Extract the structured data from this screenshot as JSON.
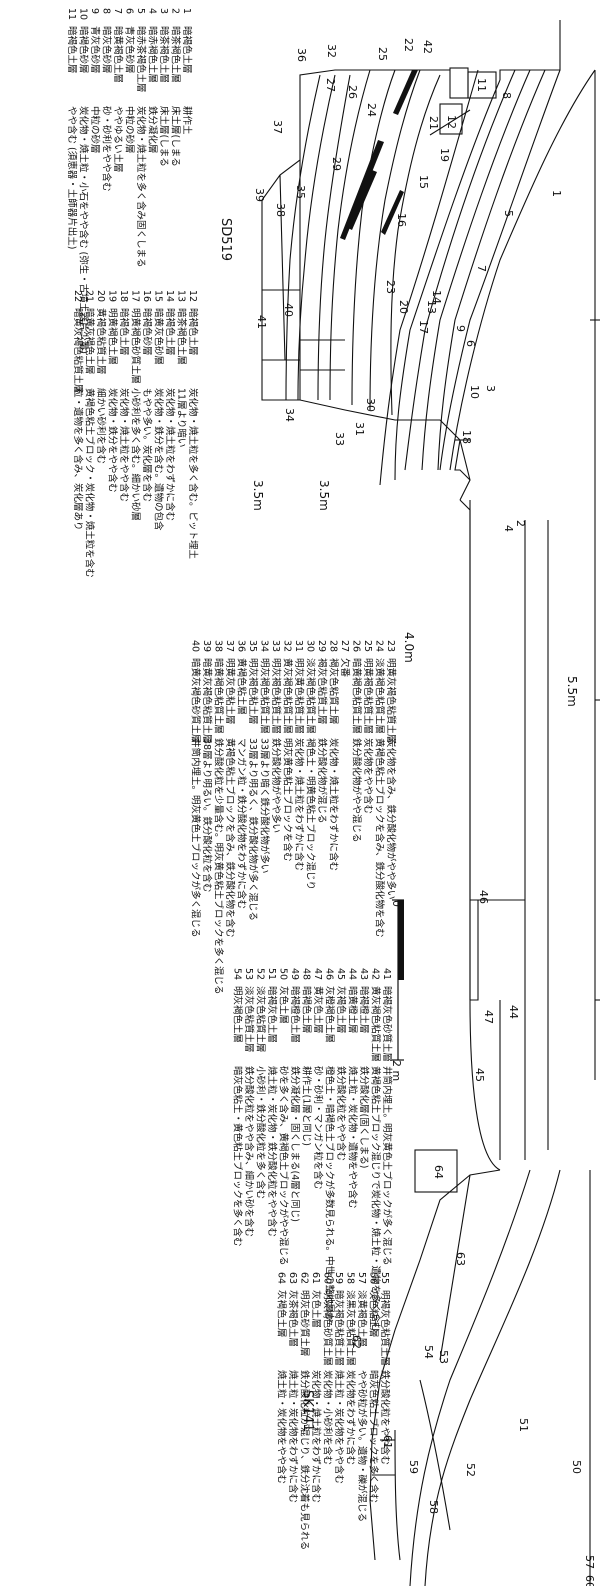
{
  "labels": {
    "sd519": "SD519",
    "sk141": "SK141",
    "elev_35a": "3.5m",
    "elev_35b": "3.5m",
    "elev_40": "4.0m",
    "elev_55": "5.5m",
    "scale_2m": "2 m",
    "scale_0": "0"
  },
  "layers_sd519": [
    {
      "no": "1",
      "color": "暗褐色土層",
      "note": "耕作土"
    },
    {
      "no": "2",
      "color": "暗茶褐色土層",
      "note": "床土層(しまる"
    },
    {
      "no": "3",
      "color": "暗茶褐色土層",
      "note": "床土層(しまる"
    },
    {
      "no": "4",
      "color": "暗赤褐色土層",
      "note": "鉄分凝化層"
    },
    {
      "no": "5",
      "color": "暗赤茶褐色土層",
      "note": "炭化物・焼土粒を多く含み固くしまる"
    },
    {
      "no": "6",
      "color": "青灰色砂層",
      "note": "中粒の砂層"
    },
    {
      "no": "7",
      "color": "暗黄褐色土層",
      "note": "ややゆるい土層"
    },
    {
      "no": "8",
      "color": "暗灰色砂層",
      "note": "砂・砂利をやや含む"
    },
    {
      "no": "9",
      "color": "青灰色砂層",
      "note": "中粒の砂層"
    },
    {
      "no": "10",
      "color": "暗褐色砂層",
      "note": "炭化物・焼土粒・小石をやや含む (弥生・古墳土器片少量)"
    },
    {
      "no": "11",
      "color": "暗褐色土層",
      "note": "やや含む (須恵器・土師器片出土)"
    }
  ],
  "layers_b": [
    {
      "no": "12",
      "color": "暗褐色土層",
      "note": "炭化物・焼土粒を多く含む。ピット埋土"
    },
    {
      "no": "13",
      "color": "暗茶褐色土層",
      "note": "11層より暗い"
    },
    {
      "no": "14",
      "color": "暗褐色土層",
      "note": "炭化物・焼土粒をわずかに含む"
    },
    {
      "no": "15",
      "color": "暗黄灰色砂層",
      "note": "炭化物・鉄分を含む。遺物の包含"
    },
    {
      "no": "16",
      "color": "暗褐色砂層",
      "note": "もやや多い。炭化層を含む"
    },
    {
      "no": "17",
      "color": "明黄褐色砂質土層",
      "note": "小砂利を多く含む。細かい砂層"
    },
    {
      "no": "18",
      "color": "暗褐色土層",
      "note": "炭化物・焼土粒をやや含む"
    },
    {
      "no": "19",
      "color": "明黄褐色土層",
      "note": "炭化物・鉄分をやや含む"
    },
    {
      "no": "20",
      "color": "黄褐色粘質土層",
      "note": "細かい砂利を含む"
    },
    {
      "no": "21",
      "color": "暗黄灰褐色土層",
      "note": "黄褐色粘土ブロック・炭化物・焼土粒を含む"
    },
    {
      "no": "22",
      "color": "暗黄灰褐色粘質土層",
      "note": "粒・遺物を多く含み、炭化層あり"
    }
  ],
  "layers_c": [
    {
      "no": "23",
      "color": "明黄灰褐色粘質土層",
      "note": "炭化物を含み、鉄分酸化物がやや多い"
    },
    {
      "no": "24",
      "color": "淡黄褐色粘質土層",
      "note": "黄褐色粘土ブロックを含み、鉄分酸化物を含む"
    },
    {
      "no": "25",
      "color": "明黄褐色粘質土層",
      "note": "炭化物をやや含む"
    },
    {
      "no": "26",
      "color": "暗黄褐色粘質土層",
      "note": "鉄分酸化物がやや混じる"
    },
    {
      "no": "27",
      "color": "欠番",
      "note": ""
    },
    {
      "no": "28",
      "color": "褐灰色粘質土層",
      "note": "炭化物・焼土粒をわずかに含む"
    },
    {
      "no": "29",
      "color": "褐灰色粘質土層",
      "note": "鉄分酸化物が混じる"
    },
    {
      "no": "30",
      "color": "淡灰褐色粘質土層",
      "note": "褐色土・明黄色粘土ブロック混じり"
    },
    {
      "no": "31",
      "color": "明灰黄色粘質土層",
      "note": "炭化物・焼土粒をわずかに含む"
    },
    {
      "no": "32",
      "color": "黄灰褐色粘質土層",
      "note": "明灰黄色粘土ブロックを含む"
    },
    {
      "no": "33",
      "color": "明灰褐色粘質土層",
      "note": "鉄分酸化物がやや多い"
    },
    {
      "no": "34",
      "color": "明灰褐色粘質土層",
      "note": "33層より暗く鉄分酸化物が多い"
    },
    {
      "no": "35",
      "color": "明灰褐色粘土層",
      "note": "33層より明るく、鉄分酸化物が多く混じる"
    },
    {
      "no": "36",
      "color": "黄褐色粘土層",
      "note": "マンガン粒・鉄分酸化物をわずかに含む"
    },
    {
      "no": "37",
      "color": "明黄灰色粘土層",
      "note": "黄褐色粘土ブロックを含み、鉄分酸化物を含む"
    },
    {
      "no": "38",
      "color": "暗黄褐色粘質土層",
      "note": "鉄分酸化粒を少量含む。明灰黄色粘土ブロックを多く混じる"
    },
    {
      "no": "39",
      "color": "暗黄灰褐色粘質土層",
      "note": "38層より明るい。鉄分酸化粒を含む"
    },
    {
      "no": "40",
      "color": "暗黄灰褐色砂質土層",
      "note": "井筒内埋土。明灰黄色土ブロックが多く混じる"
    }
  ],
  "layers_d": [
    {
      "no": "41",
      "color": "暗褐灰色砂質土層",
      "note": "井筒内埋土。明灰黄色土ブロックが多く混じる"
    },
    {
      "no": "42",
      "color": "黄灰褐色粘質土層",
      "note": "黄褐色粘土ブロック混じりで炭化物・焼土粒・遺物を多く含む"
    },
    {
      "no": "43",
      "color": "暗褐橙土層",
      "note": "鉄分酸化層(固くしまる)"
    },
    {
      "no": "44",
      "color": "暗黄橙土層",
      "note": "焼土粒・炭化物・遺物をやや含む"
    },
    {
      "no": "45",
      "color": "灰褐色土層",
      "note": "鉄分酸化粒をやや含む"
    },
    {
      "no": "46",
      "color": "灰橙褐色土層",
      "note": "橙色土・暗褐色土ブロックが多数見られる。中世の整地層か"
    },
    {
      "no": "47",
      "color": "黄灰色土層",
      "note": "砂・砂利・マンガン粒を含む"
    },
    {
      "no": "48",
      "color": "暗褐色土層",
      "note": "耕作土(1層と同じ)"
    },
    {
      "no": "49",
      "color": "暗褐橙色土層",
      "note": "鉄分凝化層・固くしまる(4層と同じ)"
    },
    {
      "no": "50",
      "color": "灰色土層",
      "note": "砂を多く含み、黄褐色土ブロックがやや混じる"
    },
    {
      "no": "51",
      "color": "暗褐灰色土層",
      "note": "焼土粒・炭化物・鉄分酸化粒をやや含む"
    },
    {
      "no": "52",
      "color": "淡灰色粘質土層",
      "note": "小砂利・鉄分酸化粒を多く含む"
    },
    {
      "no": "53",
      "color": "淡灰色粘質土層",
      "note": "鉄分酸化粒をやや含み、細かい砂を含む"
    },
    {
      "no": "54",
      "color": "明灰褐色土層",
      "note": "暗灰色粘土・黄色粘土ブロックを多く含む"
    }
  ],
  "layers_e": [
    {
      "no": "55",
      "color": "明褐灰色粘質土層",
      "note": "鉄分酸化粒をやや含む"
    },
    {
      "no": "56",
      "color": "灰色粘土層",
      "note": "暗灰色粘土ブロックを多く含む"
    },
    {
      "no": "57",
      "color": "淡黄褐色土層",
      "note": "やや砂粒が多い。遺物・礫が混じる"
    },
    {
      "no": "58",
      "color": "淡黒灰色粘質土層",
      "note": "炭化物をわずかに含む"
    },
    {
      "no": "59",
      "color": "暗灰褐色粘質土層",
      "note": "焼土粒・炭化物をやや含む"
    },
    {
      "no": "60",
      "color": "明灰褐色砂質土層",
      "note": "炭化物・小砂利を含む"
    },
    {
      "no": "61",
      "color": "灰色土層",
      "note": "炭化物・焼土粒をわずかに含む"
    },
    {
      "no": "62",
      "color": "明灰色砂質土層",
      "note": "鉄分酸化粒が混じり、鉄分沈着も見られる"
    },
    {
      "no": "63",
      "color": "灰茶褐色土層",
      "note": "焼土粒・炭化物をわずかに含む"
    },
    {
      "no": "64",
      "color": "灰褐色土層",
      "note": "焼土粒・炭化物をやや含む"
    }
  ],
  "section_numbers": [
    "1",
    "2",
    "3",
    "4",
    "5",
    "6",
    "7",
    "8",
    "9",
    "10",
    "11",
    "12",
    "13",
    "14",
    "15",
    "16",
    "17",
    "18",
    "19",
    "20",
    "21",
    "22",
    "23",
    "24",
    "25",
    "26",
    "27",
    "29",
    "30",
    "31",
    "32",
    "33",
    "34",
    "35",
    "36",
    "37",
    "38",
    "39",
    "40",
    "41",
    "42",
    "44",
    "45",
    "46",
    "47",
    "50",
    "51",
    "52",
    "53",
    "54",
    "57",
    "58",
    "59",
    "60",
    "61",
    "62",
    "63",
    "64"
  ]
}
